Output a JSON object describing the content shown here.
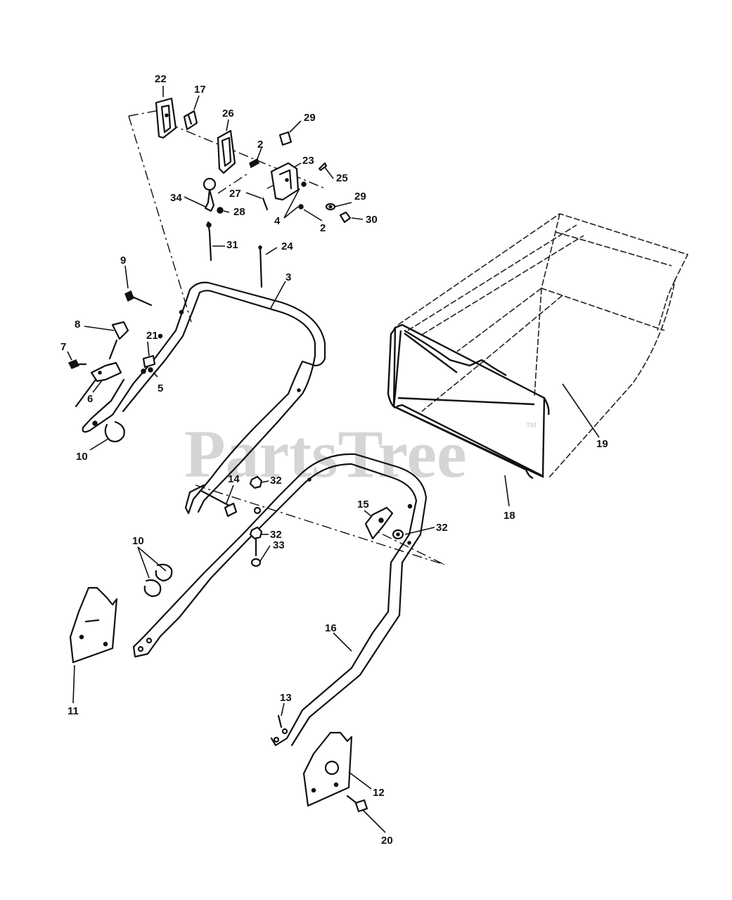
{
  "watermark": {
    "text": "PartsTree",
    "mark": "TM"
  },
  "callouts": {
    "c2a": "2",
    "c2b": "2",
    "c3": "3",
    "c4": "4",
    "c5": "5",
    "c6": "6",
    "c7": "7",
    "c8": "8",
    "c9": "9",
    "c10a": "10",
    "c10b": "10",
    "c11": "11",
    "c12": "12",
    "c13": "13",
    "c14": "14",
    "c15": "15",
    "c16": "16",
    "c17": "17",
    "c18": "18",
    "c19": "19",
    "c20": "20",
    "c21": "21",
    "c22": "22",
    "c23": "23",
    "c24": "24",
    "c25": "25",
    "c26": "26",
    "c27": "27",
    "c28": "28",
    "c29a": "29",
    "c29b": "29",
    "c30": "30",
    "c31": "31",
    "c32a": "32",
    "c32b": "32",
    "c32c": "32",
    "c33": "33",
    "c34": "34"
  }
}
